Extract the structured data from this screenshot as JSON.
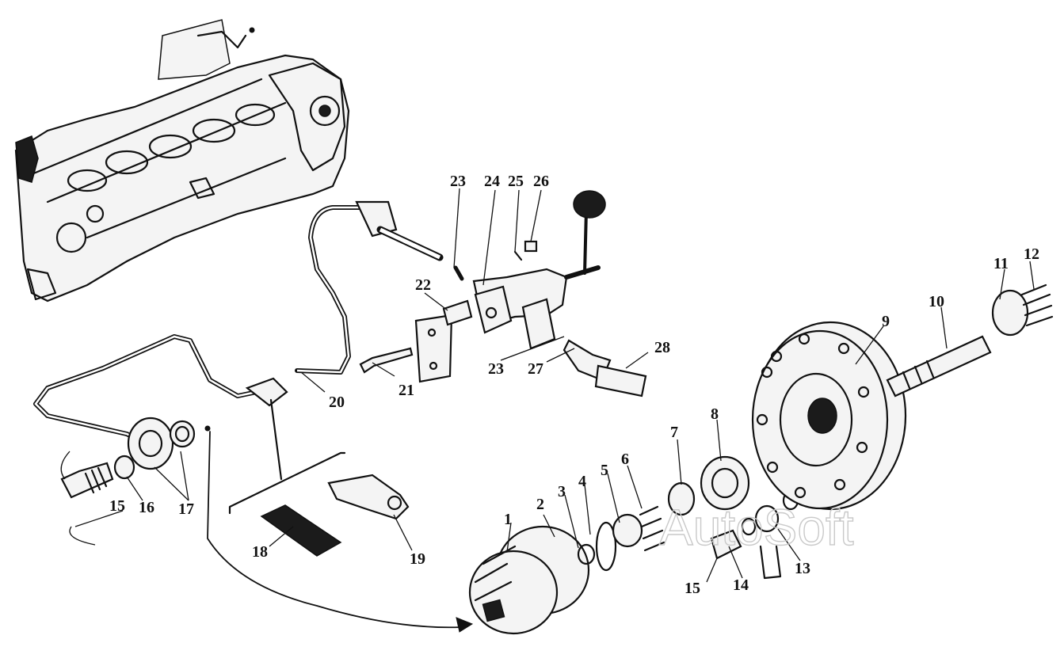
{
  "diagram": {
    "callouts": [
      "1",
      "2",
      "3",
      "4",
      "5",
      "6",
      "7",
      "8",
      "9",
      "10",
      "11",
      "12",
      "13",
      "14",
      "15",
      "15",
      "16",
      "17",
      "18",
      "19",
      "20",
      "21",
      "22",
      "23",
      "23",
      "24",
      "25",
      "26",
      "27",
      "28"
    ]
  },
  "watermark": "AutoSoft"
}
